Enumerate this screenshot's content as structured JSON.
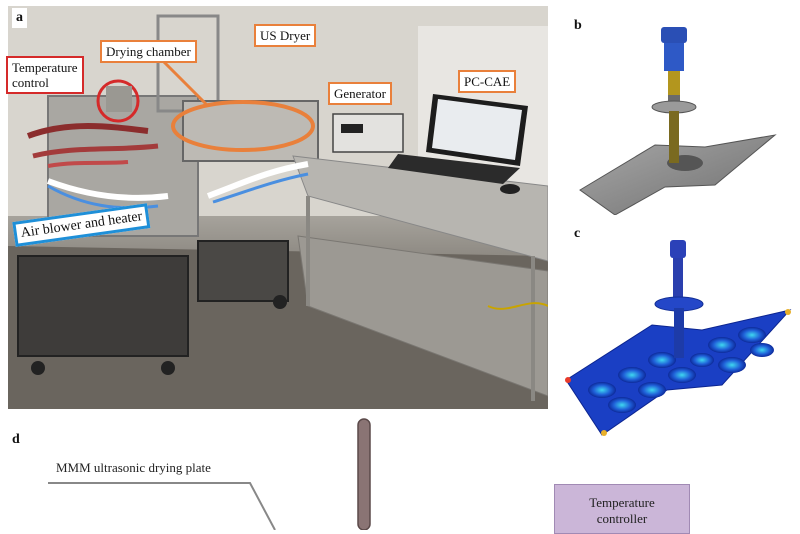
{
  "panels": {
    "a": "a",
    "b": "b",
    "c": "c",
    "d": "d"
  },
  "photo_labels": {
    "temperature_control": "Temperature\ncontrol",
    "drying_chamber": "Drying chamber",
    "us_dryer": "US Dryer",
    "generator": "Generator",
    "pc_cae": "PC-CAE",
    "air_blower": "Air blower and heater"
  },
  "diagram": {
    "plate_label": "MMM ultrasonic drying plate",
    "temperature_controller": "Temperature\ncontroller"
  },
  "colors": {
    "red_tag": "#d52a2a",
    "orange_tag": "#e9803b",
    "blue_tag": "#1e8fd8",
    "controller_box": "#cbb6d8"
  }
}
